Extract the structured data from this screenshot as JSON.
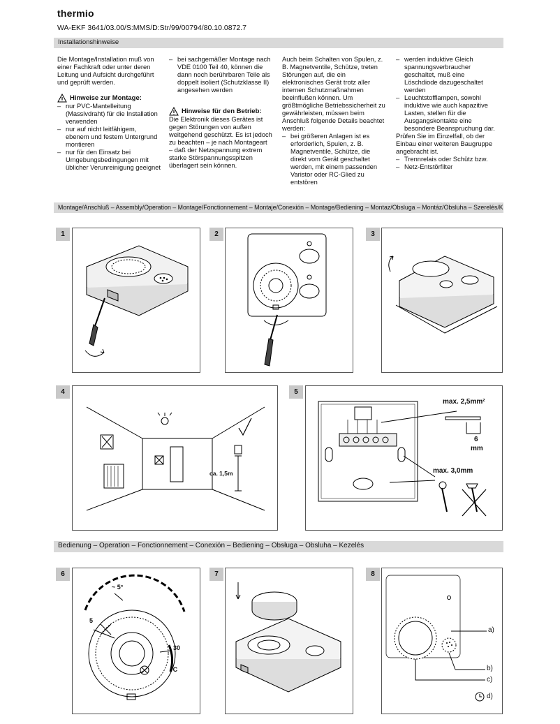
{
  "header": {
    "brand": "thermio",
    "doc_number": "WA-EKF 3641/03.00/S:MMS/D:Str/99/00794/80.10.0872.7"
  },
  "section_install": "Installationshinweise",
  "col1": {
    "intro": "Die Montage/Installation muß von einer Fachkraft oder unter deren Leitung und Aufsicht durchgeführt und geprüft werden.",
    "heading": "Hinweise zur Montage:",
    "items": [
      "nur PVC-Mantelleitung (Massivdraht) für die Installation verwenden",
      "nur auf nicht leitfähigem, ebenem und festem Untergrund montieren",
      "nur für den Einsatz bei Umgebungsbedingungen mit üblicher Verunreinigung geeignet"
    ]
  },
  "col2": {
    "items": [
      "bei sachgemäßer Montage nach VDE 0100 Teil 40, können die dann noch berührbaren Teile als doppelt isoliert (Schutzklasse II) angesehen werden"
    ],
    "heading": "Hinweise für den Betrieb:",
    "text": "Die Elektronik dieses Gerätes ist gegen Störungen von außen weitgehend geschützt. Es ist jedoch zu beachten – je nach Montageart – daß der Netzspannung extrem starke Störspannungsspitzen überlagert sein können."
  },
  "col3": {
    "intro": "Auch beim Schalten von Spulen, z. B. Magnetventile, Schütze, treten Störungen auf, die ein elektronisches Gerät trotz aller internen Schutzmaßnahmen beeinflußen können. Um größtmögliche Betriebssicherheit zu gewährleisten, müssen beim Anschluß folgende Details beachtet werden:",
    "items": [
      "bei größeren Anlagen ist es erforderlich, Spulen, z. B. Magnetventile, Schütze, die direkt vom Gerät geschaltet werden, mit einem passenden Varistor oder RC-Glied zu entstören"
    ]
  },
  "col4": {
    "items": [
      "werden induktive Gleich spannungsverbraucher geschaltet, muß eine Löschdiode dazugeschaltet werden",
      "Leuchtstofflampen, sowohl induktive wie auch kapazitive Lasten, stellen für die Ausgangskontakte eine besondere Beanspruchung dar."
    ],
    "text": "Prüfen Sie im Einzelfall, ob der Einbau einer weiteren Baugruppe angebracht ist.",
    "items2": [
      "Trennrelais oder Schütz bzw.",
      "Netz-Entstörfilter"
    ]
  },
  "section_assembly": "Montage/Anschluß – Assembly/Operation – Montage/Fonctionnement – Montaje/Conexión – Montage/Bediening – Montaz/Obsluga – Montáz/Obsluha – Szerelés/Kezelés",
  "section_operation": "Bedienung – Operation – Fonctionnement – Conexión – Bediening – Obsługa – Obsluha – Kezelés",
  "bullet": "–",
  "figures": {
    "f1": "1",
    "f2": "2",
    "f3": "3",
    "f4": "4",
    "f5": "5",
    "f6": "6",
    "f7": "7",
    "f8": "8"
  },
  "fig4": {
    "height_label": "ca. 1,5m"
  },
  "fig5": {
    "wire_label": "max. 2,5mm²",
    "strip_label": "6",
    "strip_unit": "mm",
    "screw_label": "max. 3,0mm"
  },
  "fig6": {
    "approx": "~ 5°",
    "min": "5",
    "max": "30",
    "unit": "°C"
  },
  "fig8": {
    "a": "a)",
    "b": "b)",
    "c": "c)",
    "d": "d)"
  }
}
